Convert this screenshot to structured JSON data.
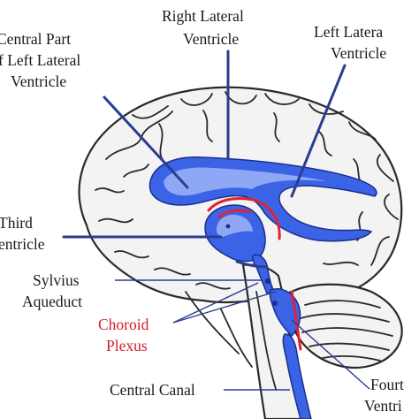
{
  "labels": {
    "central_part_line1": "Central Part",
    "central_part_line2": "f Left Lateral",
    "central_part_line3": "Ventricle",
    "right_lateral_line1": "Right Lateral",
    "right_lateral_line2": "Ventricle",
    "left_lateral_line1": "Left Latera",
    "left_lateral_line2": "Ventricle",
    "third_line1": "Third",
    "third_line2": "entricle",
    "sylvius_line1": "Sylvius",
    "sylvius_line2": "Aqueduct",
    "choroid_line1": "Choroid",
    "choroid_line2": "Plexus",
    "central_canal": "Central Canal",
    "fourth_line1": "Fourt",
    "fourth_line2": "Ventri"
  },
  "colors": {
    "ventricle": "#3b63e6",
    "choroid_plexus": "#e2232f",
    "leader_lines": "#2b3d8f"
  }
}
